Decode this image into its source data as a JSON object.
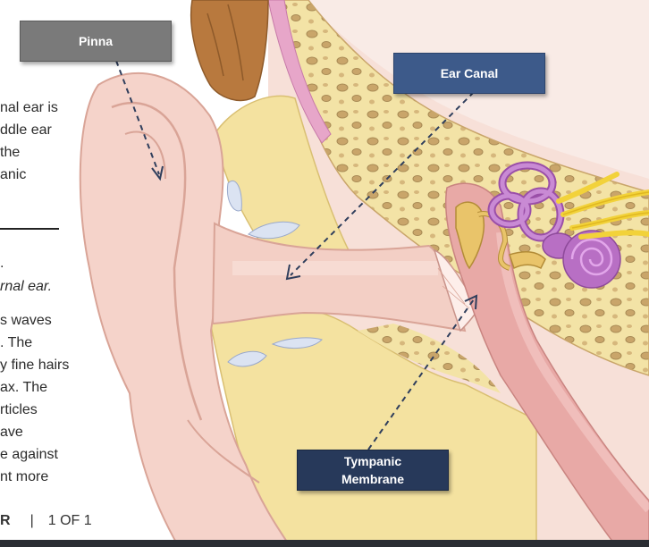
{
  "labels": {
    "pinna": "Pinna",
    "ear_canal": "Ear Canal",
    "tympanic_line1": "Tympanic",
    "tympanic_line2": "Membrane"
  },
  "body_text": {
    "p1": [
      "nal ear is",
      "ddle ear",
      " the",
      "anic"
    ],
    "p2_note": ".",
    "p2_italic": "rnal ear.",
    "p3": [
      "s waves",
      ". The",
      "y fine hairs",
      "ax. The",
      "rticles",
      "ave",
      "e against",
      "nt more"
    ]
  },
  "footer": {
    "left": "R",
    "separator": "|",
    "page": "1 OF 1"
  },
  "colors": {
    "pinna_label": "#7a7a7a",
    "ear_canal_label": "#3d5a8a",
    "tympanic_label": "#27395a",
    "skin": "#f5d6cf",
    "bone": "#f3e0a0",
    "cochlea": "#b86fc4",
    "nerve": "#f2d23a",
    "hair": "#b8793e"
  }
}
